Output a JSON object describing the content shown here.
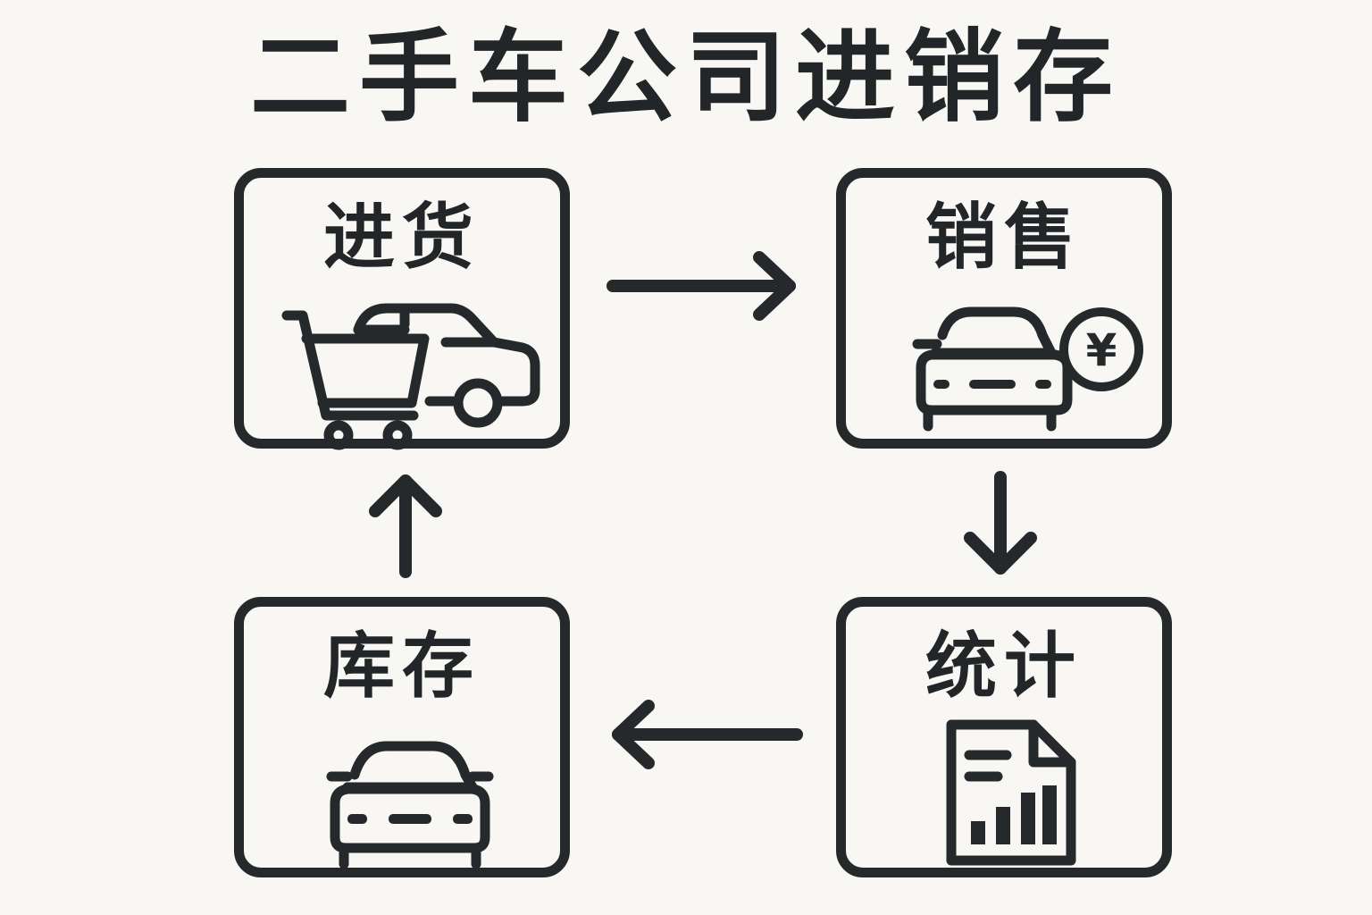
{
  "title": "二手车公司进销存",
  "nodes": {
    "purchase": {
      "label": "进货",
      "icon": "cart-car-icon"
    },
    "sales": {
      "label": "销售",
      "icon": "car-yuan-icon"
    },
    "statistics": {
      "label": "统计",
      "icon": "report-chart-icon"
    },
    "inventory": {
      "label": "库存",
      "icon": "car-icon"
    }
  },
  "sales_currency_symbol": "¥",
  "flow": [
    [
      "进货",
      "销售"
    ],
    [
      "销售",
      "统计"
    ],
    [
      "统计",
      "库存"
    ],
    [
      "库存",
      "进货"
    ]
  ],
  "colors": {
    "background": "#f8f7f3",
    "stroke": "#25292b"
  }
}
